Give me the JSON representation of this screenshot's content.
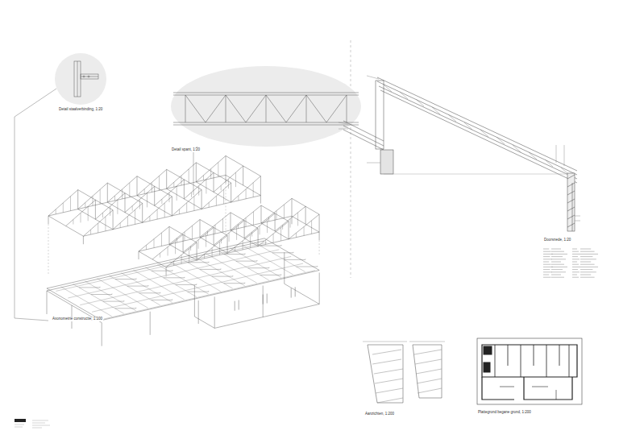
{
  "diagram": {
    "labels": [
      "Detail staalverbinding, 1:20",
      "Detail spant, 1:20",
      "Axonometrie constructie, 1:100",
      "Doorsnede, 1:20",
      "Aanzichten, 1:200",
      "Plattegrond begane grond, 1:200"
    ]
  }
}
